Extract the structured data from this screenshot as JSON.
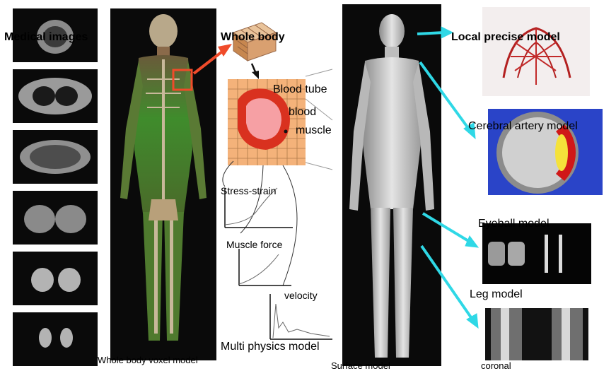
{
  "labels": {
    "medical_images": "Medical images",
    "whole_body": "Whole body",
    "blood_tube": "Blood tube",
    "blood": "blood",
    "muscle": "muscle",
    "stress_strain": "Stress-strain",
    "muscle_force": "Muscle force",
    "velocity": "velocity",
    "multi_physics_model": "Multi physics model",
    "whole_body_voxel_model": "Whole body voxel model",
    "surface_model": "Surface model",
    "local_precise_model": "Local precise model",
    "cerebral_artery_model": "Cerebral artery model",
    "eyeball_model": "Eyeball model",
    "leg_model": "Leg model",
    "coronal": "coronal"
  },
  "colors": {
    "panel_bg": "#0a0a0a",
    "arrow_red": "#f04b2a",
    "arrow_cyan": "#2fd8e6",
    "voxel_green": "#3f8c2c",
    "grid_orange": "#f4b27a",
    "blood_red": "#d9311f",
    "blood_pink": "#f6a0a4"
  }
}
